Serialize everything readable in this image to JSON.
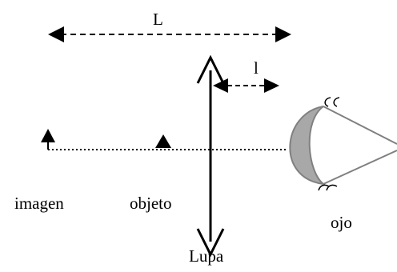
{
  "labels": {
    "distance_L": "L",
    "distance_l": "l",
    "image": "imagen",
    "object": "objeto",
    "eye": "ojo",
    "lens": "Lupa"
  },
  "colors": {
    "line": "#000000",
    "eye_fill": "#a8a8a8",
    "eye_stroke": "#808080",
    "background": "#ffffff"
  }
}
